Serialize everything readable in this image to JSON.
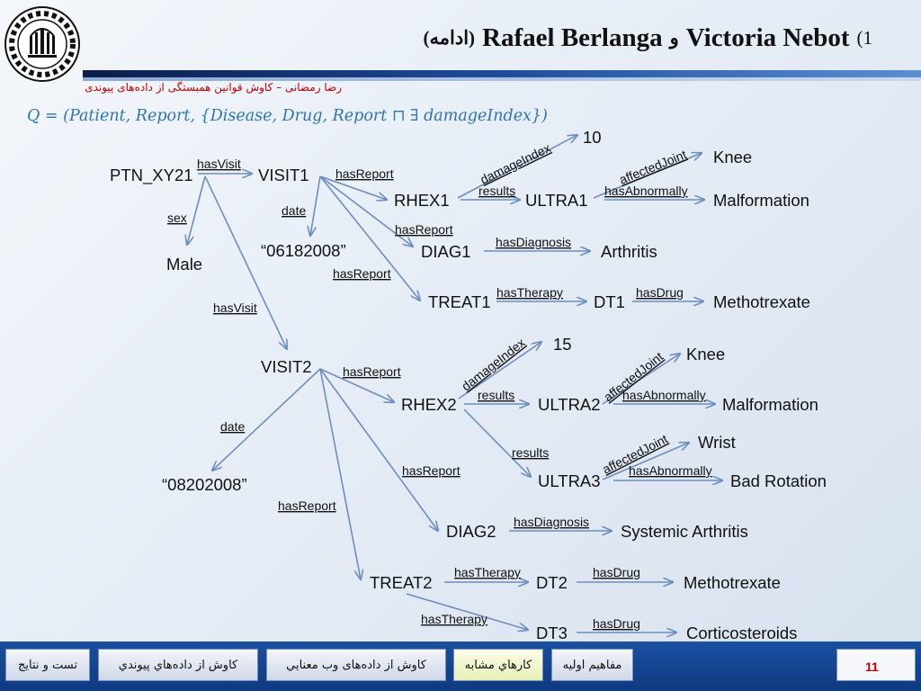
{
  "header": {
    "title_prefix": "(1",
    "title_name1": "Victoria Nebot",
    "title_conj": "و",
    "title_name2": "Rafael Berlanga",
    "title_suffix": "(ادامه)",
    "subtitle": "رضا رمضانی – کاوش قوانین همبستگی از داده‌های پیوندی"
  },
  "query": "Q = (Patient, Report, {Disease, Drug, Report  ⊓ ∃ damageIndex})",
  "graph": {
    "nodes": {
      "ptn": "PTN_XY21",
      "visit1": "VISIT1",
      "male": "Male",
      "date1": "“06182008”",
      "rhex1": "RHEX1",
      "diag1": "DIAG1",
      "treat1": "TREAT1",
      "v10": "10",
      "ultra1": "ULTRA1",
      "knee1": "Knee",
      "malf1": "Malformation",
      "arthritis": "Arthritis",
      "dt1": "DT1",
      "metho1": "Methotrexate",
      "visit2": "VISIT2",
      "date2": "“08202008”",
      "rhex2": "RHEX2",
      "v15": "15",
      "ultra2": "ULTRA2",
      "knee2": "Knee",
      "malf2": "Malformation",
      "ultra3": "ULTRA3",
      "wrist": "Wrist",
      "badrot": "Bad Rotation",
      "diag2": "DIAG2",
      "sysarth": "Systemic Arthritis",
      "treat2": "TREAT2",
      "dt2": "DT2",
      "metho2": "Methotrexate",
      "dt3": "DT3",
      "cortico": "Corticosteroids"
    },
    "edge_labels": {
      "hasVisit1": "hasVisit",
      "sex": "sex",
      "hasVisit2": "hasVisit",
      "v1_hasReport_rhex": "hasReport",
      "v1_date": "date",
      "v1_hasReport_diag": "hasReport",
      "v1_hasReport_treat": "hasReport",
      "damageIndex1": "damageIndex",
      "results1": "results",
      "affectedJoint1": "affectedJoint",
      "hasAbnormally1": "hasAbnormally",
      "hasDiagnosis1": "hasDiagnosis",
      "hasTherapy1": "hasTherapy",
      "hasDrug1": "hasDrug",
      "v2_hasReport_rhex": "hasReport",
      "v2_date": "date",
      "v2_hasReport_diag": "hasReport",
      "v2_hasReport_treat": "hasReport",
      "damageIndex2": "damageIndex",
      "results2": "results",
      "affectedJoint2": "affectedJoint",
      "hasAbnormally2": "hasAbnormally",
      "results3": "results",
      "affectedJoint3": "affectedJoint",
      "hasAbnormally3": "hasAbnormally",
      "hasDiagnosis2": "hasDiagnosis",
      "hasTherapy2": "hasTherapy",
      "hasDrug2": "hasDrug",
      "hasTherapy3": "hasTherapy",
      "hasDrug3": "hasDrug"
    }
  },
  "footer": {
    "nav": [
      {
        "label": "تست و نتايج",
        "active": false
      },
      {
        "label": "کاوش از داده‌هاي پيوندي",
        "active": false
      },
      {
        "label": "کاوش از داده‌های وب معنايي",
        "active": false
      },
      {
        "label": "کارهاي مشابه",
        "active": true
      },
      {
        "label": "مفاهيم اوليه",
        "active": false
      }
    ],
    "page_number": "11"
  },
  "colors": {
    "edge": "#6c8ec0",
    "query": "#2e74b5",
    "subtitle": "#c00000",
    "page_number": "#c00000",
    "footer_band": "#0e3a80"
  },
  "icons": {
    "logo": "university-gear-emblem-icon"
  }
}
